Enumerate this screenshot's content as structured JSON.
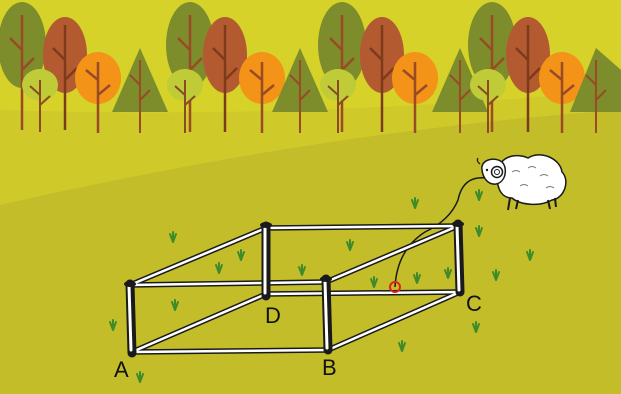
{
  "labels": {
    "a": "A",
    "b": "B",
    "c": "C",
    "d": "D"
  },
  "colors": {
    "sky": "#d6d22a",
    "meadow": "#c3bd2a",
    "tree_green": "#7d8d2c",
    "tree_rust": "#b45a31",
    "tree_orange": "#f39318",
    "tree_lime": "#bfcc38",
    "fence": "#1a1a1a",
    "marker": "#e02020"
  },
  "icons": [
    "sheep-icon",
    "tree-icon",
    "grass-tuft-icon",
    "point-marker-icon"
  ]
}
